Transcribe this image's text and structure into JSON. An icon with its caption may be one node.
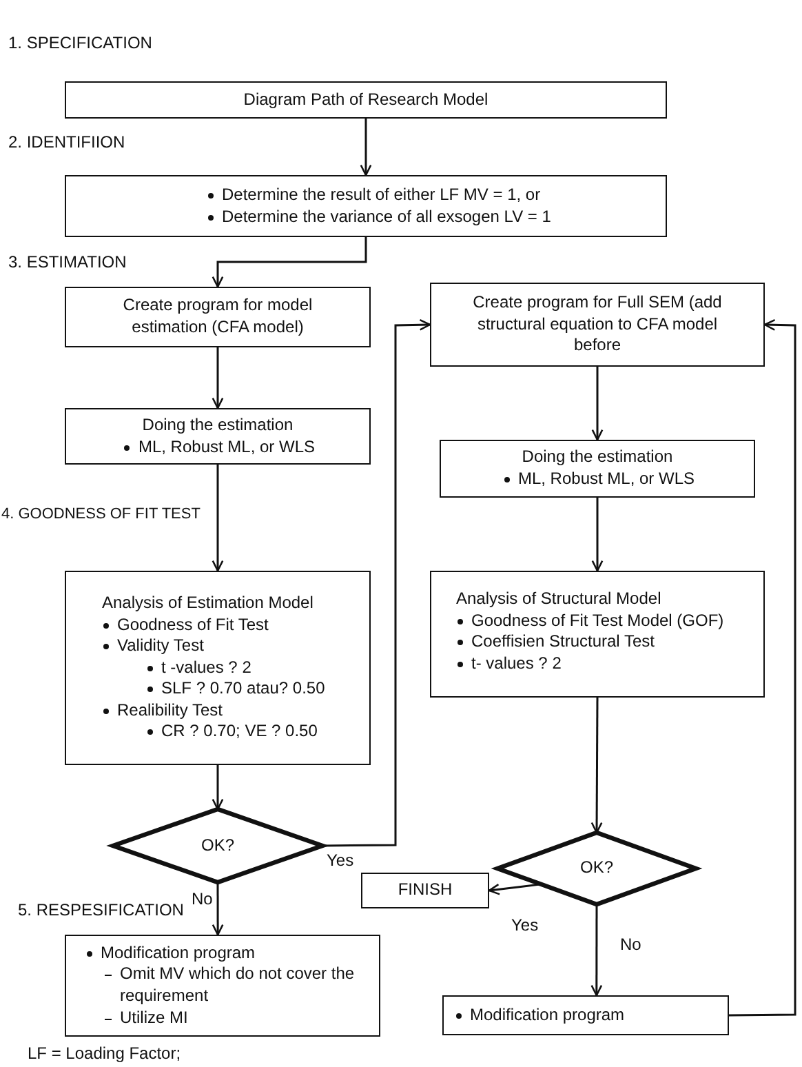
{
  "diagram": {
    "nodes": [
      {
        "text": [
          "Diagram Path of Research Model"
        ]
      },
      {
        "text": [
          "Determine the result of either LF MV = 1, or",
          "Determine the variance of all exsogen LV = 1"
        ]
      },
      {
        "text": [
          "Create program for model estimation (CFA model)"
        ]
      },
      {
        "text": [
          "Create program for Full SEM (add structural equation to CFA model before"
        ]
      },
      {
        "text": [
          "Doing the estimation",
          "ML, Robust ML, or WLS"
        ]
      },
      {
        "text": [
          "Doing the estimation",
          "ML, Robust ML, or WLS"
        ]
      },
      {
        "text": [
          "Analysis of Estimation Model",
          "Goodness of Fit Test",
          "Validity Test",
          "t -values ? 2",
          "SLF ? 0.70 atau? 0.50",
          "Realibility Test",
          "CR ? 0.70; VE ? 0.50"
        ]
      },
      {
        "text": [
          "Analysis of Structural Model",
          "Goodness of Fit Test Model (GOF)",
          "Coeffisien Structural Test",
          "t- values ? 2"
        ]
      },
      {
        "text": [
          "OK?"
        ]
      },
      {
        "text": [
          "OK?"
        ]
      },
      {
        "text": [
          "FINISH"
        ]
      },
      {
        "text": [
          "Modification program",
          "Omit MV which do not cover the requirement",
          "Utilize MI"
        ]
      },
      {
        "text": [
          "Modification program"
        ]
      }
    ],
    "edges": [
      {
        "from": 0,
        "to": 1,
        "arrow": "to"
      },
      {
        "from": 1,
        "to": 2,
        "arrow": "to"
      },
      {
        "from": 2,
        "to": 4,
        "arrow": "to"
      },
      {
        "from": 4,
        "to": 6,
        "arrow": "to"
      },
      {
        "from": 6,
        "to": 8,
        "arrow": "to"
      },
      {
        "from": 8,
        "to": 3,
        "arrow": "to",
        "label": "Yes"
      },
      {
        "from": 8,
        "to": 11,
        "arrow": "to",
        "label": "No"
      },
      {
        "from": 3,
        "to": 5,
        "arrow": "to"
      },
      {
        "from": 5,
        "to": 7,
        "arrow": "to"
      },
      {
        "from": 7,
        "to": 9,
        "arrow": "to"
      },
      {
        "from": 9,
        "to": 10,
        "arrow": "to",
        "label": "Yes"
      },
      {
        "from": 9,
        "to": 12,
        "arrow": "to",
        "label": "No"
      },
      {
        "from": 12,
        "to": 3,
        "arrow": "to"
      }
    ],
    "labels": [
      "1. SPECIFICATION",
      "2. IDENTIFIION",
      "3. ESTIMATION",
      "4. GOODNESS OF FIT TEST",
      "5. RESPESIFICATION",
      "LF = Loading Factor;"
    ]
  }
}
